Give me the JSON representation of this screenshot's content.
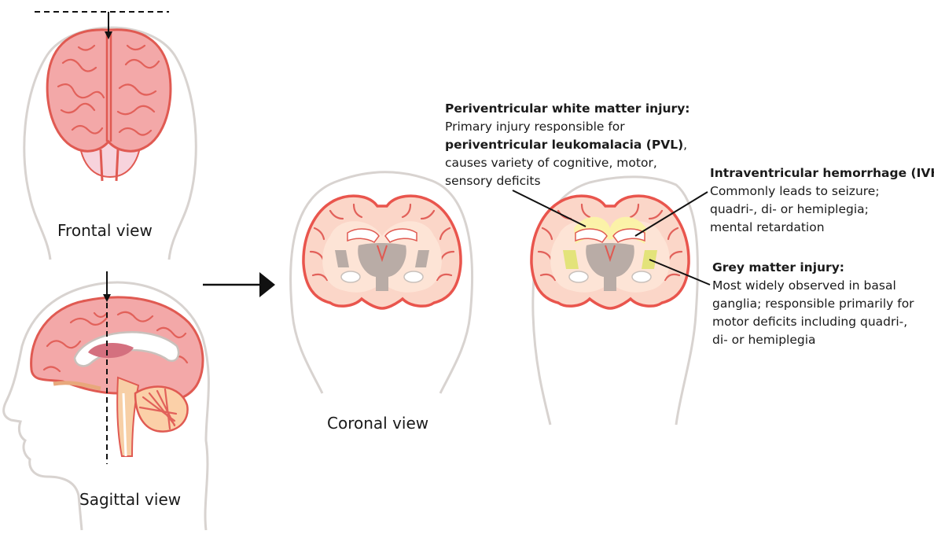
{
  "views": {
    "frontal": "Frontal view",
    "sagittal": "Sagittal view",
    "coronal": "Coronal view"
  },
  "annotations": {
    "pwmi": {
      "title": "Periventricular white matter injury:",
      "line1": "Primary injury responsible for",
      "line2_bold": "periventricular leukomalacia (PVL)",
      "line2_rest": ",",
      "line3": "causes variety of cognitive, motor,",
      "line4": "sensory deficits"
    },
    "ivh": {
      "title": "Intraventricular hemorrhage (IVH):",
      "line1": "Commonly leads to seizure;",
      "line2": "quadri-, di- or hemiplegia;",
      "line3": "mental retardation"
    },
    "gmi": {
      "title": "Grey matter injury:",
      "line1": "Most widely observed in basal",
      "line2": "ganglia; responsible primarily for",
      "line3": "motor deficits including quadri-,",
      "line4": "di- or hemiplegia"
    }
  },
  "colors": {
    "brain_fill": "#f3a8a8",
    "brain_outline": "#e05a52",
    "cortex_fill": "#fbd6c8",
    "ventricle_grey": "#b9aca6",
    "white_matter_injury_highlight": "#fbf3a6",
    "grey_matter_injury_highlight": "#e3e37a",
    "head_outline": "#d8d3d0"
  }
}
